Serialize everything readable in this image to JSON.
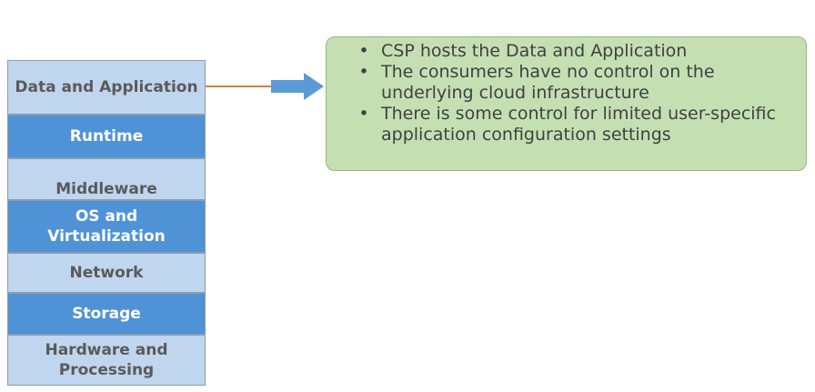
{
  "stack": {
    "layers": [
      {
        "label": "Data and Application"
      },
      {
        "label": "Runtime"
      },
      {
        "label": "Middleware"
      },
      {
        "label": "OS and Virtualization"
      },
      {
        "label": "Network"
      },
      {
        "label": "Storage"
      },
      {
        "label": "Hardware and Processing"
      }
    ]
  },
  "callout": {
    "bullets": [
      "CSP hosts the Data and Application",
      "The consumers have no control on the underlying cloud infrastructure",
      "There is some control for limited user-specific application configuration settings"
    ]
  },
  "colors": {
    "light_layer": "#bfd6ee",
    "dark_layer": "#4f93d6",
    "connector": "#e07b39",
    "arrow": "#5b9bd5",
    "callout_fill": "#c4e0b3"
  }
}
